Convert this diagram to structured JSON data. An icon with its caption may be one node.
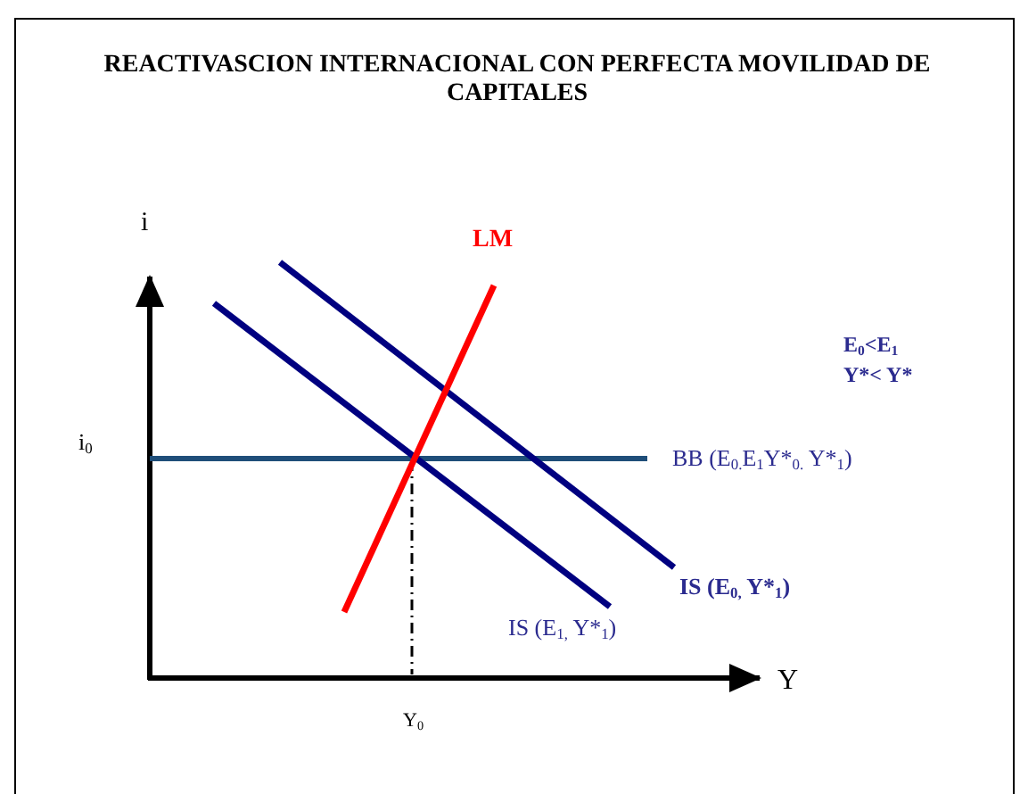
{
  "diagram": {
    "title": "REACTIVASCION INTERNACIONAL CON PERFECTA MOVILIDAD DE CAPITALES",
    "labels": [
      "i",
      "LM",
      "E$_{0}$<E$_{1}$",
      "Y*< Y*",
      "i$_{0}$",
      "BB (E$_{0.}$E$_{1}$Y*$_{0.}$ Y*$_{1}$)",
      "IS (E$_{0,}$ Y*$_{1}$)",
      "IS (E$_{1,}$ Y*$_{1}$)",
      "Y",
      "Y$_{0}$"
    ]
  }
}
